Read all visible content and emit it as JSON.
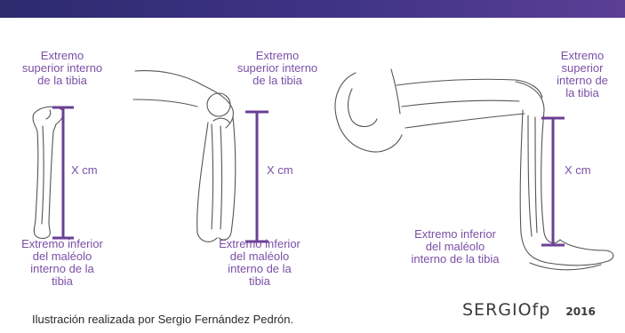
{
  "colors": {
    "accent": "#7b4fa6",
    "band": "#3f3487",
    "ink": "#3a3a3a"
  },
  "panels": [
    {
      "top_label": [
        "Extremo",
        "superior interno",
        "de la tibia"
      ],
      "measure": "X cm",
      "bottom_label": [
        "Extremo inferior",
        "del maléolo",
        "interno de la",
        "tibia"
      ]
    },
    {
      "top_label": [
        "Extremo",
        "superior interno",
        "de la tibia"
      ],
      "measure": "X cm",
      "bottom_label": [
        "Extremo inferior",
        "del maléolo",
        "interno de la",
        "tibia"
      ]
    },
    {
      "top_label": [
        "Extremo",
        "superior",
        "interno de",
        "la tibia"
      ],
      "measure": "X cm",
      "bottom_label": [
        "Extremo inferior",
        "del maléolo",
        "interno de la tibia"
      ]
    }
  ],
  "caption": "Ilustración realizada por Sergio Fernández Pedrón.",
  "signature": {
    "name": "SERGIOfp",
    "year": "2016"
  }
}
